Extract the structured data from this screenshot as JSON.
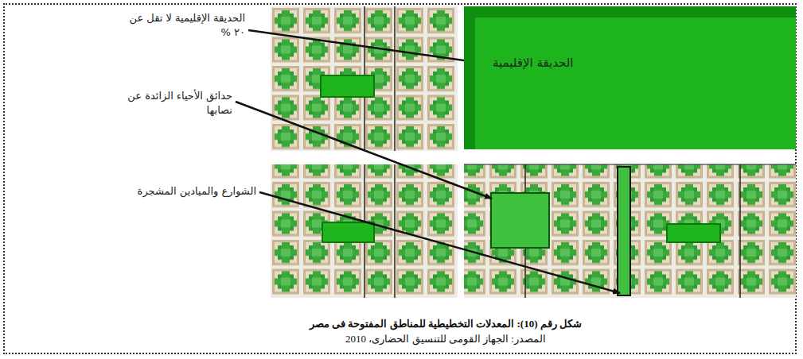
{
  "diagram": {
    "caption": "شكل رقم (10): المعدلات التخطيطية للمناطق المفتوحة فى مصر",
    "nodes": [
      {
        "text": [
          "الحديقة الإقليمية"
        ]
      }
    ],
    "labels": [
      "الحديقة الإقليمية لا تقل عن ٢٠ %",
      "حدائق الأحياء الزائدة عن نصابها",
      "الشوارع والميادين المشجرة",
      "المصدر: الجهاز القومى للتنسيق الحضارى، 2010"
    ]
  }
}
